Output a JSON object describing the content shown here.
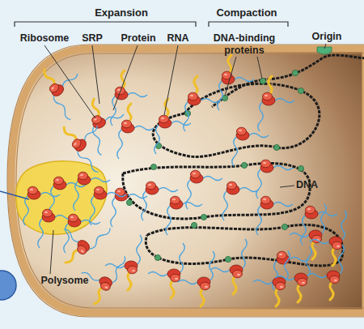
{
  "diagram": {
    "labels": [
      "Expansion",
      "Compaction",
      "Ribosome",
      "SRP",
      "Protein",
      "RNA",
      "DNA-binding proteins",
      "Origin",
      "DNA",
      "Polysome"
    ]
  }
}
